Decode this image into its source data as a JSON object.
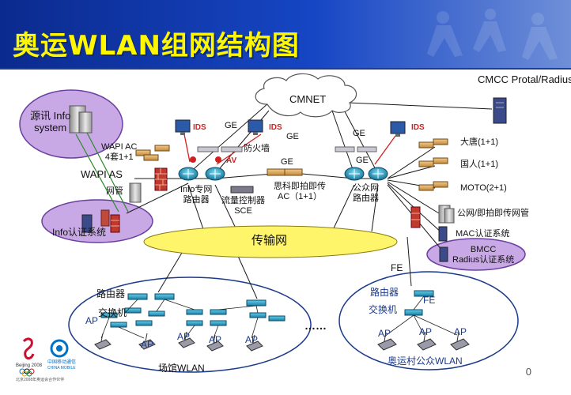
{
  "title": "奥运WLAN组网结构图",
  "nodes": {
    "cmcc_portal": "CMCC\nProtal/Radius",
    "cmnet": "CMNET",
    "info_system": "源讯 Info\nsystem",
    "wapi_ac": "WAPI AC\n4套1+1",
    "wapi_as": "WAPI AS",
    "firewall_left": "网管",
    "info_router": "Info专网\n路由器",
    "firewall_top": "防火墙",
    "flow_control": "流量控制器\nSCE",
    "news_ac": "思科即拍即传\nAC（1+1）",
    "public_router": "公众网\n路由器",
    "datang": "大唐(1+1)",
    "guoren": "国人(1+1)",
    "moto": "MOTO(2+1)",
    "public_mgmt": "公网/即拍即传网管",
    "mac_auth": "MAC认证系统",
    "bmcc_radius": "BMCC\nRadius认证系统",
    "info_auth": "Info认证系统",
    "transport": "传输网",
    "fe_top": "FE",
    "fe_right": "FE",
    "router_left": "路由器",
    "switch_left": "交换机",
    "router_right": "路由器",
    "switch_right": "交换机",
    "venue_wlan": "场馆WLAN",
    "olympic_village": "奥运村公众WLAN",
    "ellipsis": "……",
    "page_number": "0"
  },
  "edge_labels": {
    "ids": "IDS",
    "ge": "GE",
    "av": "AV",
    "ap": "AP"
  },
  "logo": {
    "beijing": "Beijing 2008",
    "mobile_cn": "中国移动通信",
    "mobile_en": "CHINA MOBILE",
    "caption": "北京2008年奥运会合作伙伴"
  },
  "colors": {
    "header_bg": "#0a1f6b",
    "title": "#fff700",
    "transport_fill": "#fff56a",
    "purple_fill": "#c9a8e6",
    "purple_stroke": "#6a3fa0",
    "wan_stroke": "#1a3a8a"
  }
}
